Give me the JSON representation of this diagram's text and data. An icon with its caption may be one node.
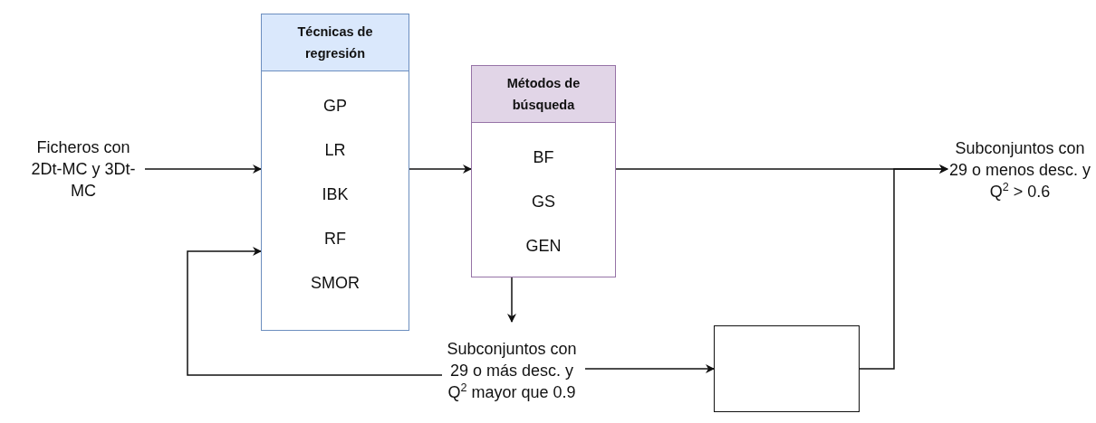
{
  "diagram": {
    "nodes": [
      {
        "text": [
          "Ficheros con 2Dt-MC y 3Dt-MC"
        ]
      },
      {
        "text": [
          "Técnicas de regresión",
          "GP",
          "LR",
          "IBK",
          "RF",
          "SMOR"
        ]
      },
      {
        "text": [
          "Métodos de búsqueda",
          "BF",
          "GS",
          "GEN"
        ]
      },
      {
        "text": [
          "Subconjuntos con 29 o más desc. y Q$^{2}$ mayor que 0.9"
        ]
      },
      {
        "text": [],
        "shape": "box"
      },
      {
        "text": [
          "Subconjuntos con 29 o menos desc. y Q$^{2}$ > 0.6"
        ]
      }
    ],
    "edges": [
      {
        "from": 0,
        "to": 1,
        "arrow": "to"
      },
      {
        "from": 1,
        "to": 2,
        "arrow": "to"
      },
      {
        "from": 2,
        "to": 5,
        "arrow": "to"
      },
      {
        "from": 2,
        "to": 3,
        "arrow": "to"
      },
      {
        "from": 3,
        "to": 1,
        "arrow": "to"
      },
      {
        "from": 3,
        "to": 4,
        "arrow": "to"
      },
      {
        "from": 4,
        "to": 5,
        "arrow": "to"
      }
    ]
  }
}
